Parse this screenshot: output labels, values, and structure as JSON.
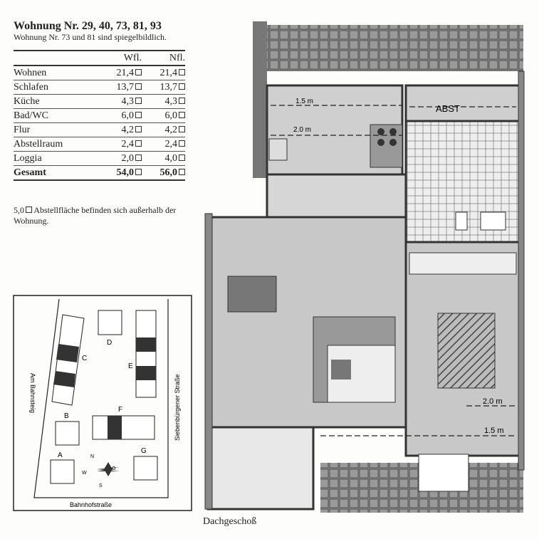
{
  "header": {
    "title": "Wohnung Nr. 29, 40, 73, 81, 93",
    "subtitle": "Wohnung Nr. 73 und 81 sind spiegelbildlich."
  },
  "area_table": {
    "columns": [
      "",
      "Wfl.",
      "Nfl."
    ],
    "rows": [
      {
        "room": "Wohnen",
        "wfl": "21,4",
        "nfl": "21,4"
      },
      {
        "room": "Schlafen",
        "wfl": "13,7",
        "nfl": "13,7"
      },
      {
        "room": "Küche",
        "wfl": "4,3",
        "nfl": "4,3"
      },
      {
        "room": "Bad/WC",
        "wfl": "6,0",
        "nfl": "6,0"
      },
      {
        "room": "Flur",
        "wfl": "4,2",
        "nfl": "4,2"
      },
      {
        "room": "Abstellraum",
        "wfl": "2,4",
        "nfl": "2,4"
      },
      {
        "room": "Loggia",
        "wfl": "2,0",
        "nfl": "4,0"
      }
    ],
    "total": {
      "room": "Gesamt",
      "wfl": "54,0",
      "nfl": "56,0"
    }
  },
  "note": {
    "value": "5,0",
    "text": "Abstellfläche befinden sich außerhalb der Wohnung."
  },
  "site_plan": {
    "streets": {
      "left": "Am Bahnsteig",
      "right": "Siebenbürgener Straße",
      "bottom": "Bahnhofstraße"
    },
    "buildings": [
      "A",
      "B",
      "C",
      "D",
      "E",
      "F",
      "G"
    ],
    "compass": {
      "n": "N",
      "o": "O",
      "s": "S",
      "w": "W"
    }
  },
  "floor_plan": {
    "labels": {
      "kitchen_15": "1.5 m",
      "kitchen_20": "2.0 m",
      "storage": "ABST",
      "bed_20": "2.0 m",
      "bed_15": "1.5 m"
    },
    "caption": "Dachgeschoß"
  }
}
